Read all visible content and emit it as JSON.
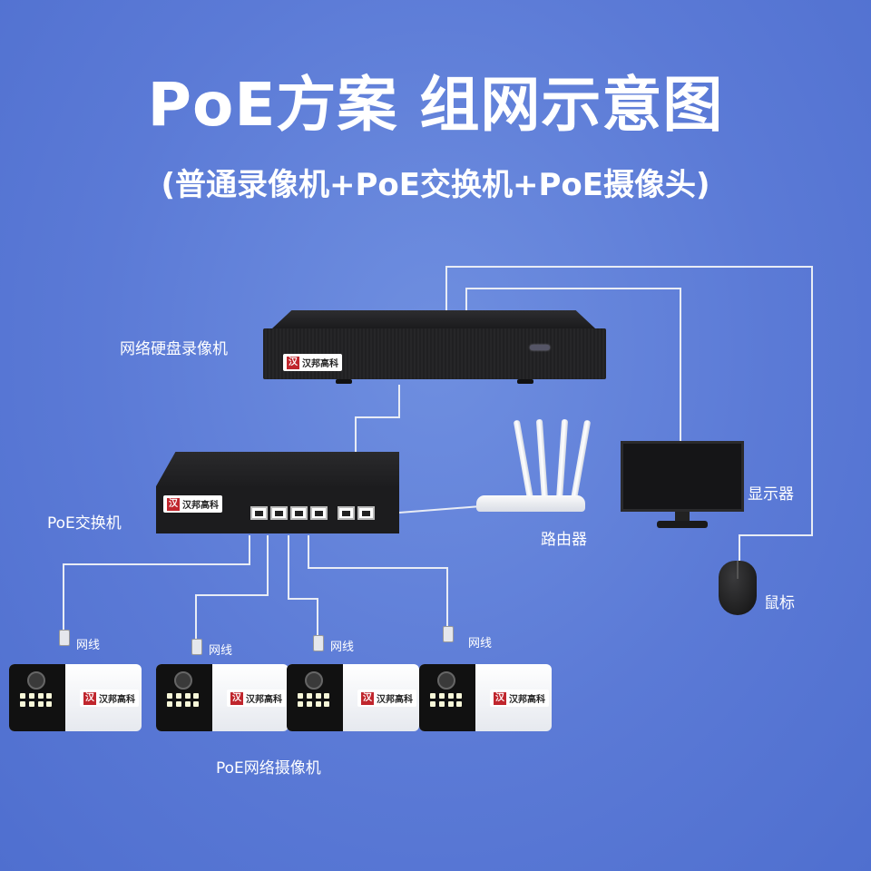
{
  "title": "PoE方案 组网示意图",
  "subtitle": "(普通录像机+PoE交换机+PoE摄像头)",
  "devices": {
    "nvr_label": "网络硬盘录像机",
    "switch_label": "PoE交换机",
    "router_label": "路由器",
    "monitor_label": "显示器",
    "mouse_label": "鼠标",
    "cameras_label": "PoE网络摄像机",
    "cable_label": "网线"
  },
  "brand": {
    "logo_char": "汉",
    "name": "汉邦高科"
  },
  "colors": {
    "background": "#5b7ad6",
    "wire": "#e8ecf5",
    "device_dark": "#1d1d1f",
    "brand_red": "#c0262d"
  }
}
